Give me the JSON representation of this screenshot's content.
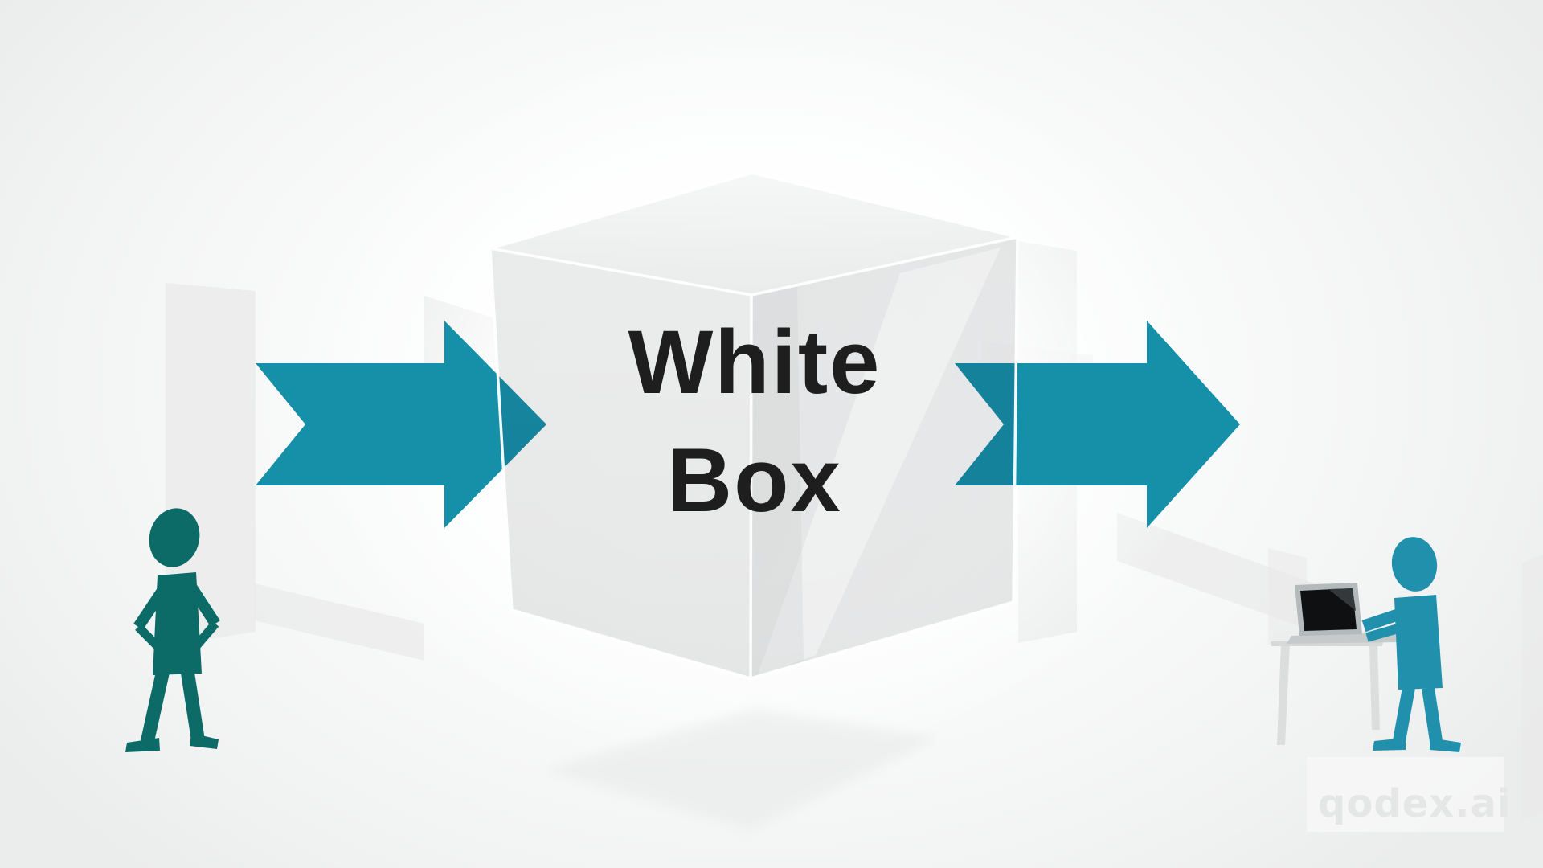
{
  "illustration": {
    "center_label": {
      "line1": "White",
      "line2": "Box"
    },
    "watermark": "qodex.ai"
  },
  "colors": {
    "background": "#f5f6f6",
    "arrow_teal": "#168fa9",
    "person_left_teal": "#0c6a67",
    "person_right_teal": "#2190ad",
    "cube_face_gray": "#ececec",
    "cube_edge_white": "#ffffff",
    "label_text": "#1e1e1e",
    "watermark_gray": "#e5e6e6",
    "laptop_screen_black": "#0f1011",
    "laptop_bezel_gray": "#b4b9bb",
    "desk_gray": "#eceded"
  }
}
